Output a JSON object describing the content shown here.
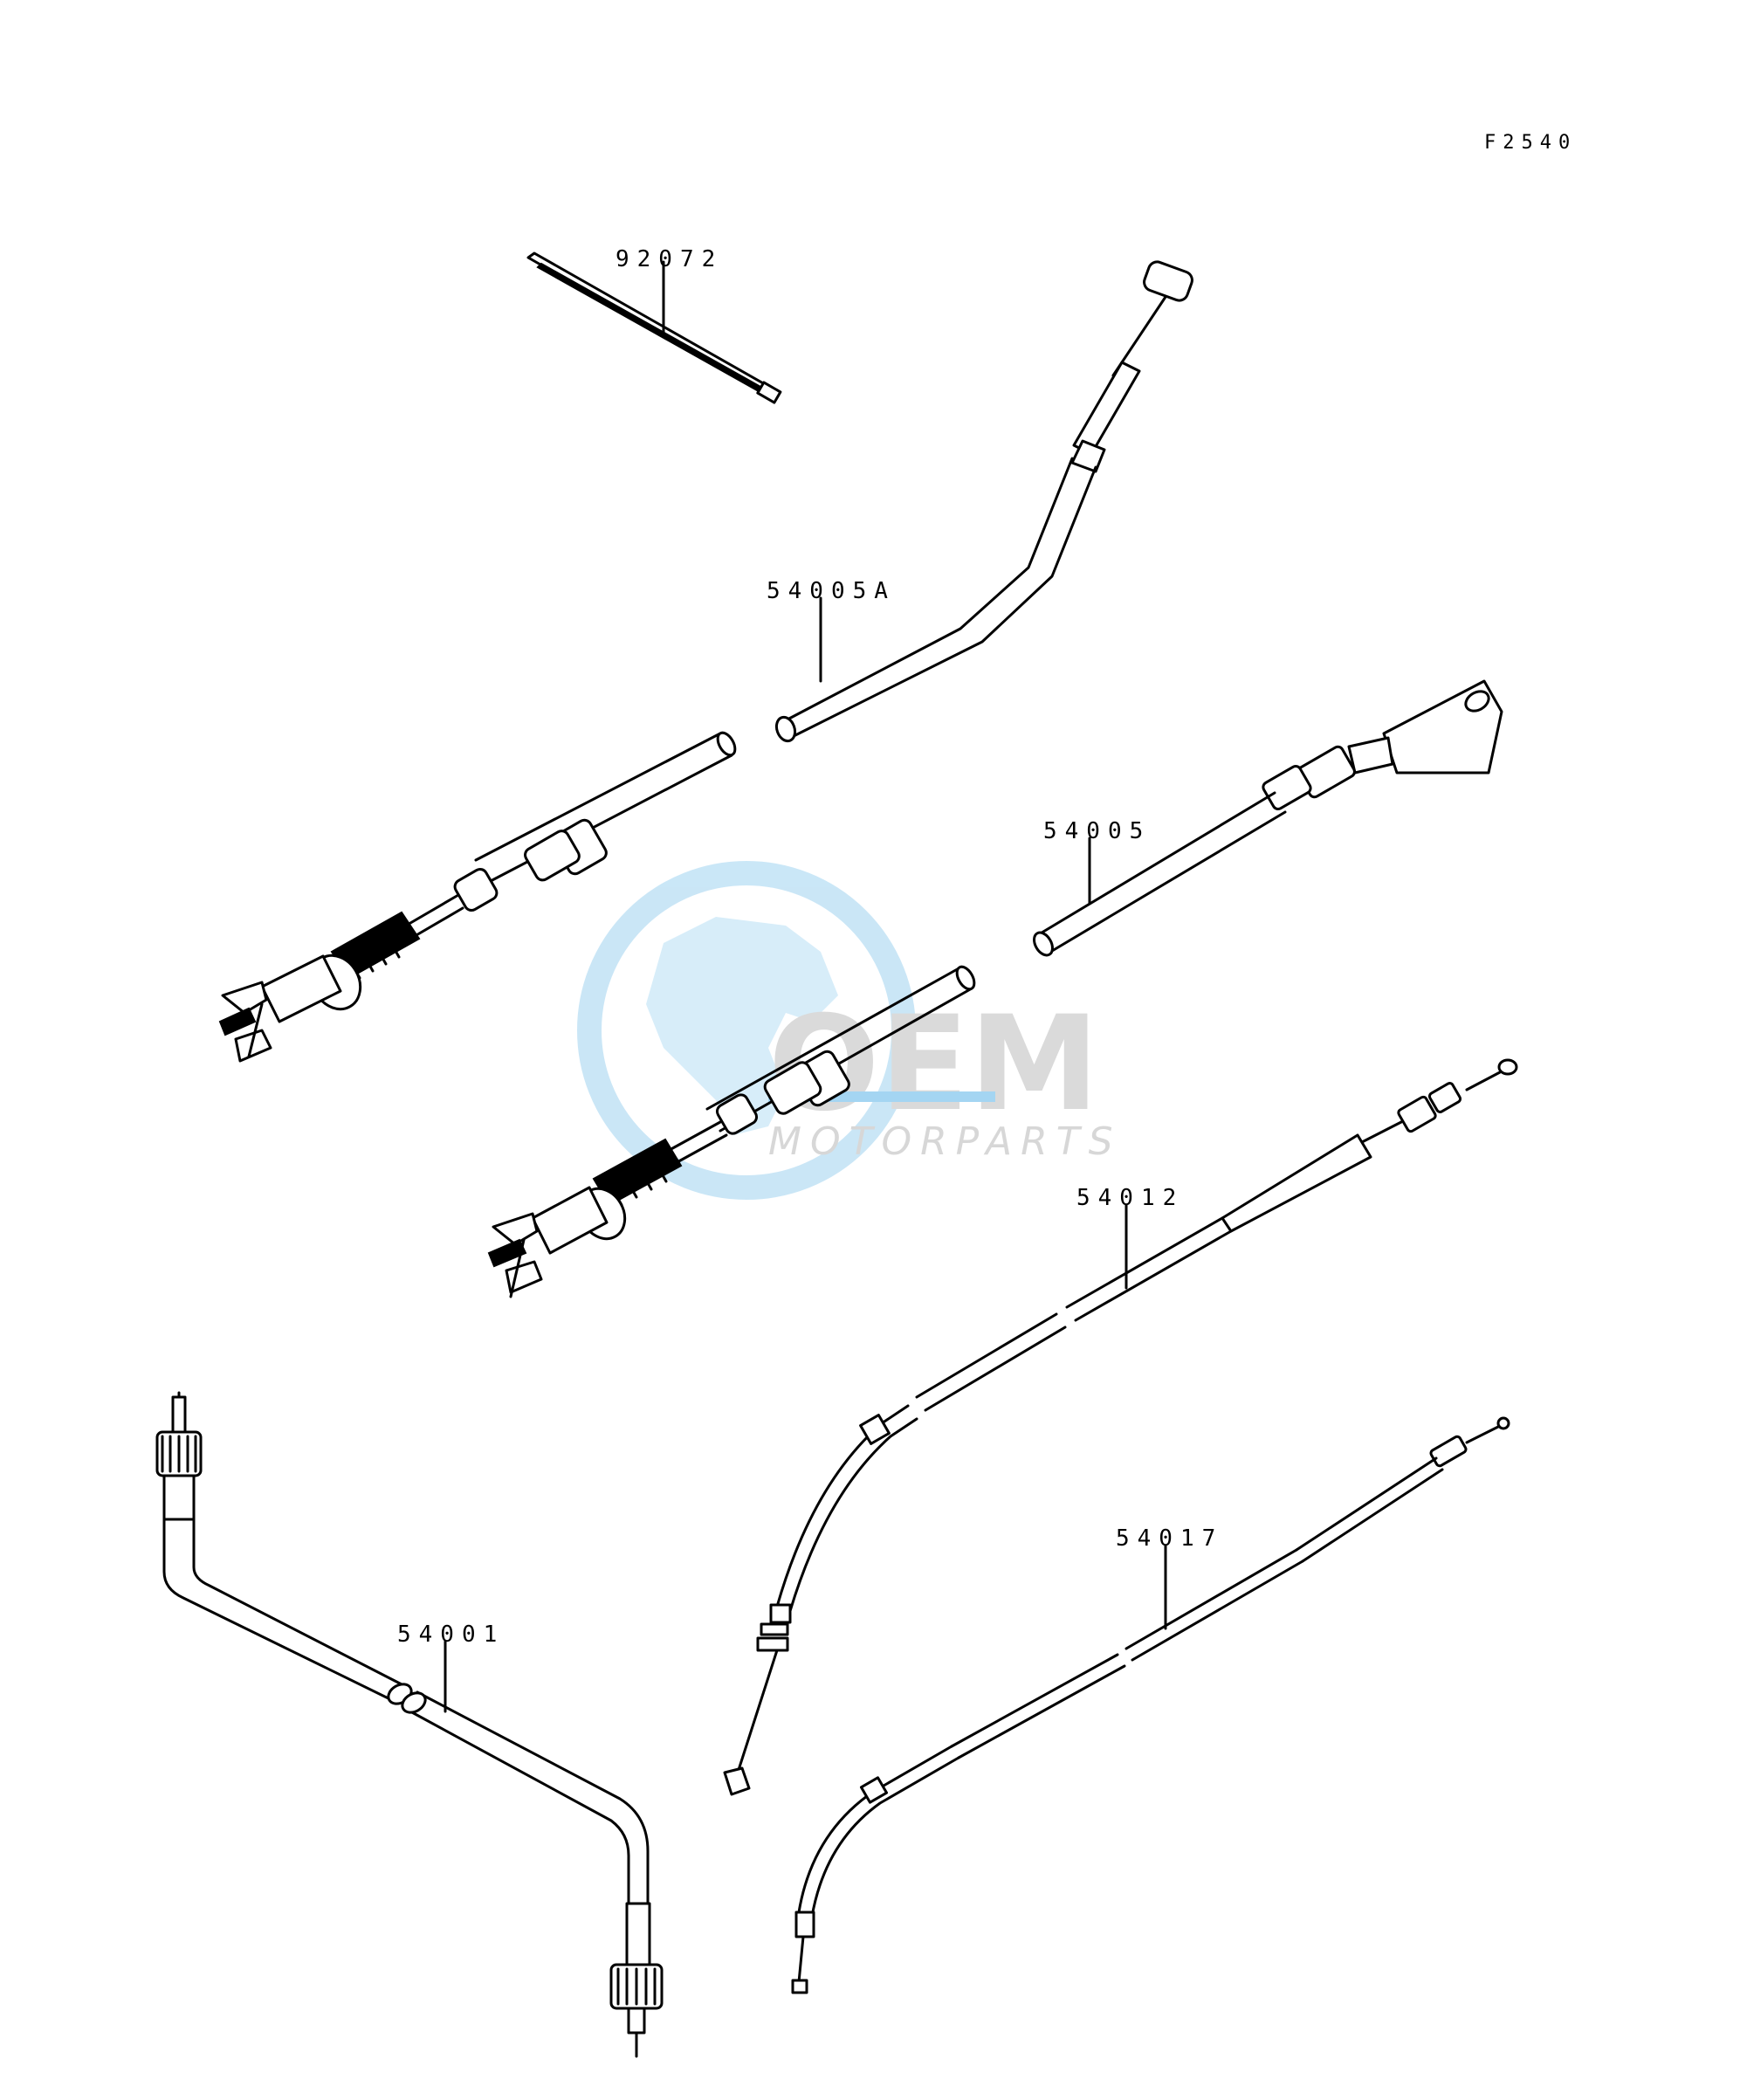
{
  "figure_code": "F2540",
  "parts": [
    {
      "id": "strap",
      "number": "92072"
    },
    {
      "id": "cable-a",
      "number": "54005A"
    },
    {
      "id": "cable-b",
      "number": "54005"
    },
    {
      "id": "cable-c",
      "number": "54012"
    },
    {
      "id": "cable-d",
      "number": "54017"
    },
    {
      "id": "cable-e",
      "number": "54001"
    }
  ],
  "watermark": {
    "brand": "OEM",
    "tagline": "MOTORPARTS",
    "colors": {
      "globe": "#9fd3f0",
      "letters": "#c8c8c8",
      "accent": "#5ab4e8"
    }
  }
}
